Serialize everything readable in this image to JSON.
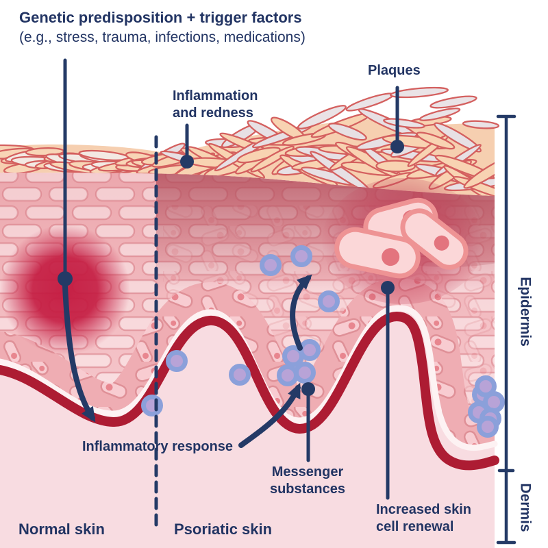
{
  "figure": {
    "type": "medical-diagram",
    "topic": "Normal skin vs psoriatic skin cross-section",
    "header": {
      "title": "Genetic predisposition + trigger factors",
      "subtitle": "(e.g., stress, trauma, infections, medications)"
    },
    "callouts": {
      "inflammation": {
        "line1": "Inflammation",
        "line2": "and redness"
      },
      "plaques": {
        "label": "Plaques"
      },
      "inflammatory_response": {
        "label": "Inflammatory response"
      },
      "messenger_substances": {
        "line1": "Messenger",
        "line2": "substances"
      },
      "increased_renewal": {
        "line1": "Increased skin",
        "line2": "cell renewal"
      }
    },
    "layer_brackets": {
      "epidermis": "Epidermis",
      "dermis": "Dermis"
    },
    "section_labels": {
      "normal": "Normal skin",
      "psoriatic": "Psoriatic skin"
    }
  },
  "colors": {
    "text_navy": "#223463",
    "annotation_navy": "#243a66",
    "dermis_pink": "#f8dce1",
    "epidermis_pink_light": "#f6c9ce",
    "epidermis_pink_dark": "#eaa3a9",
    "membrane_red": "#ad1c33",
    "inflammation_red": "#c41a40",
    "corneum_peach": "#f6cfb0",
    "flake_peach": "#f8d5b6",
    "flake_gray": "#e7e0e4",
    "flake_outline": "#d4605f",
    "cell_outline": "#df9097",
    "cell_fill": "#f8ccd1",
    "nucleus": "#e8868f",
    "messenger_outer": "#8ba0da",
    "messenger_inner": "#b8a3d7",
    "band_bg": "#efadb3",
    "white_band": "#fdf2f3"
  }
}
